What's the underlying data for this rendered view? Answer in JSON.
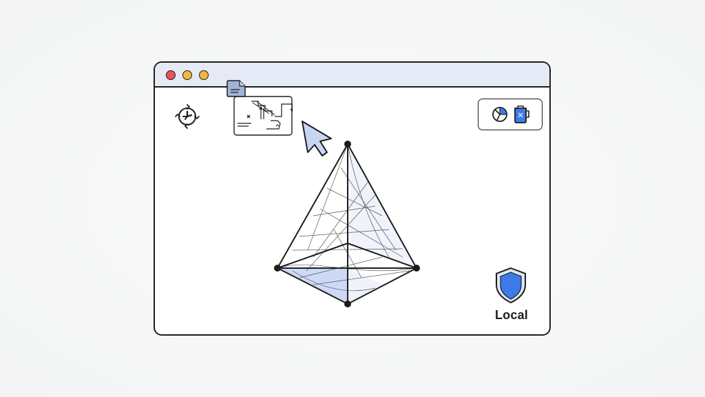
{
  "window": {
    "controls": [
      "close",
      "minimize",
      "maximize"
    ],
    "colors": {
      "titlebar": "#e6eaf6",
      "close": "#e7565a",
      "minimize": "#f2b643",
      "maximize": "#f2b643",
      "accent": "#3d7be8",
      "accent_light": "#c7d6f5"
    }
  },
  "toolbar": {
    "left_icon": "clock-sync-icon",
    "file_badge_icon": "document-icon",
    "preview_card_icon": "diagram-card-icon"
  },
  "top_right_panel": {
    "icons": [
      "pie-chart-icon",
      "cup-icon"
    ]
  },
  "canvas": {
    "object": "wireframe-pyramid",
    "cursor_icon": "pointer-cursor-icon"
  },
  "status": {
    "badge_icon": "shield-icon",
    "label": "Local"
  }
}
